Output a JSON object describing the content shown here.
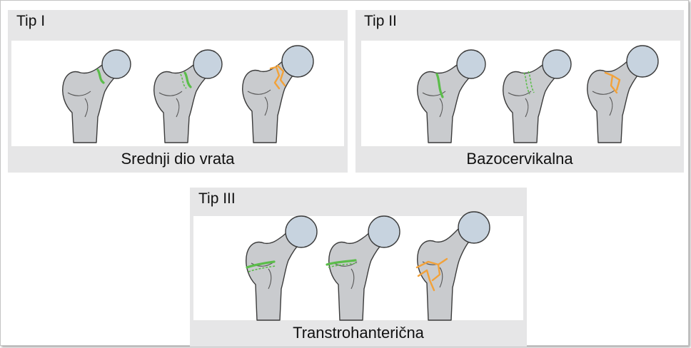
{
  "panels": {
    "tip1": {
      "title": "Tip I",
      "caption": "Srednji dio vrata"
    },
    "tip2": {
      "title": "Tip II",
      "caption": "Bazocervikalna"
    },
    "tip3": {
      "title": "Tip III",
      "caption": "Transtrohanterična"
    }
  },
  "colors": {
    "panel_bg": "#e6e6e7",
    "bone": "#c9cbce",
    "femoral_head": "#c7d3df",
    "fracture_green": "#5bbd4a",
    "fracture_orange": "#f2a23a"
  }
}
